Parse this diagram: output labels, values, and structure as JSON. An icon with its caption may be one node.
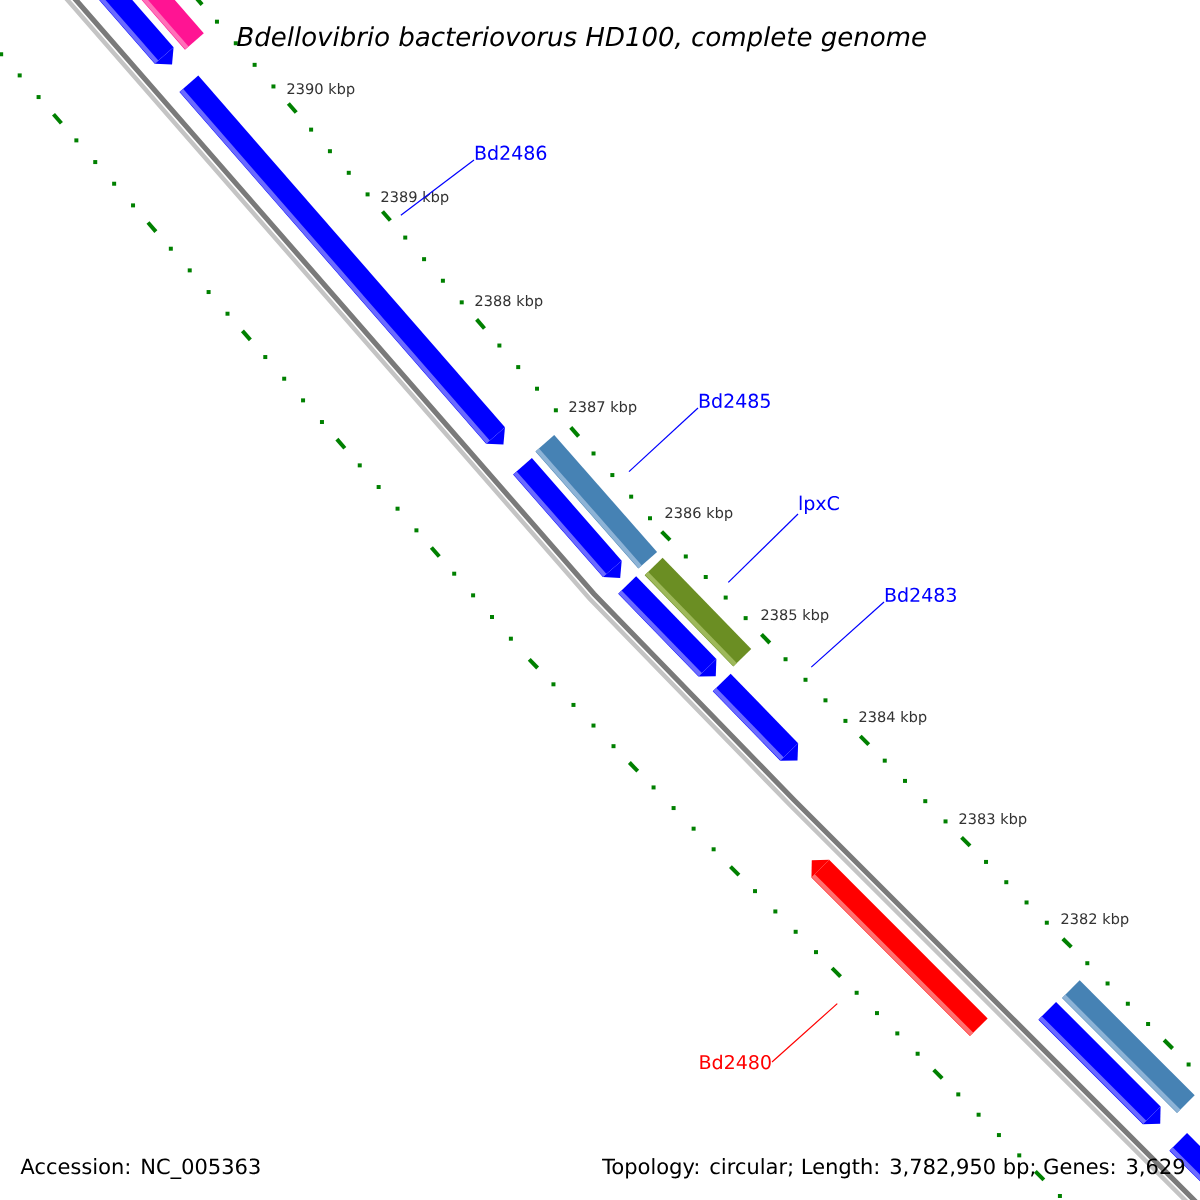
{
  "diagram": {
    "title": "Bdellovibrio bacteriovorus HD100, complete genome",
    "nodes": [
      {
        "text": [],
        "shape": "bar"
      },
      {
        "text": [],
        "shape": "arrow"
      },
      {
        "text": [],
        "shape": "arrow"
      },
      {
        "text": [],
        "shape": "bar"
      },
      {
        "text": [],
        "shape": "arrow"
      },
      {
        "text": [],
        "shape": "bar"
      },
      {
        "text": [],
        "shape": "arrow"
      },
      {
        "text": [],
        "shape": "arrow"
      },
      {
        "text": [],
        "shape": "arrow"
      },
      {
        "text": [],
        "shape": "bar"
      },
      {
        "text": [],
        "shape": "arrow"
      },
      {
        "text": [],
        "shape": "arrow"
      },
      {
        "text": [
          "Bd2486"
        ]
      },
      {
        "text": [
          "Bd2485"
        ]
      },
      {
        "text": [
          "lpxC"
        ]
      },
      {
        "text": [
          "Bd2483"
        ]
      },
      {
        "text": [
          "Bd2480"
        ]
      }
    ],
    "edges": [
      {
        "from": 12,
        "to": 2,
        "arrow": "none"
      },
      {
        "from": 13,
        "to": 3,
        "arrow": "none"
      },
      {
        "from": 14,
        "to": 5,
        "arrow": "none"
      },
      {
        "from": 15,
        "to": 7,
        "arrow": "none"
      },
      {
        "from": 16,
        "to": 8,
        "arrow": "none",
        "color": "#ff0000"
      }
    ],
    "labels": [
      "2390 kbp",
      "2389 kbp",
      "2388 kbp",
      "2387 kbp",
      "2386 kbp",
      "2385 kbp",
      "2384 kbp",
      "2383 kbp",
      "2382 kbp",
      "Accession: NC_005363",
      "Topology: circular; Length: 3,782,950 bp; Genes: 3,629"
    ]
  }
}
